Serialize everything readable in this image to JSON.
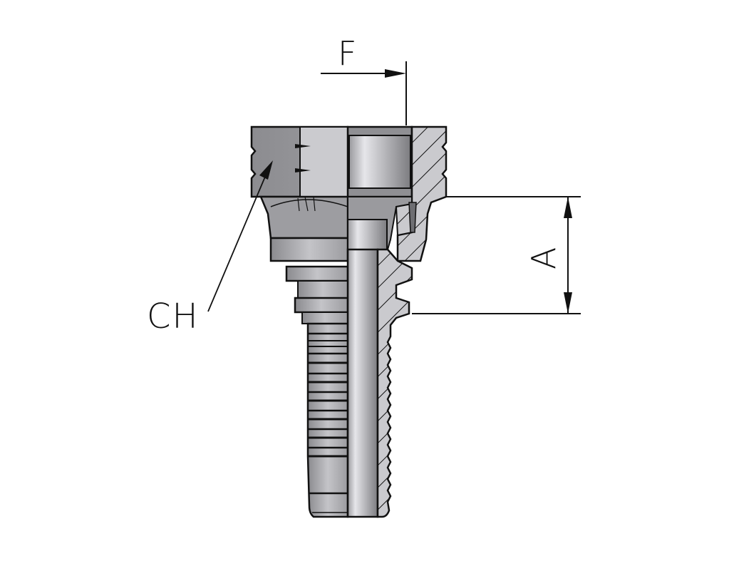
{
  "drawing": {
    "subject": "hydraulic hose fitting, female swivel, half cross-section",
    "colors": {
      "outline": "#111111",
      "body_dark": "#8e8e92",
      "body_mid": "#a9a9ad",
      "body_light": "#cfcfd3",
      "section_fill": "#c8c8cc",
      "background": "#ffffff"
    }
  },
  "dimensions": {
    "F": {
      "label": "F"
    },
    "CH": {
      "label": "CH"
    },
    "A": {
      "label": "A"
    }
  }
}
